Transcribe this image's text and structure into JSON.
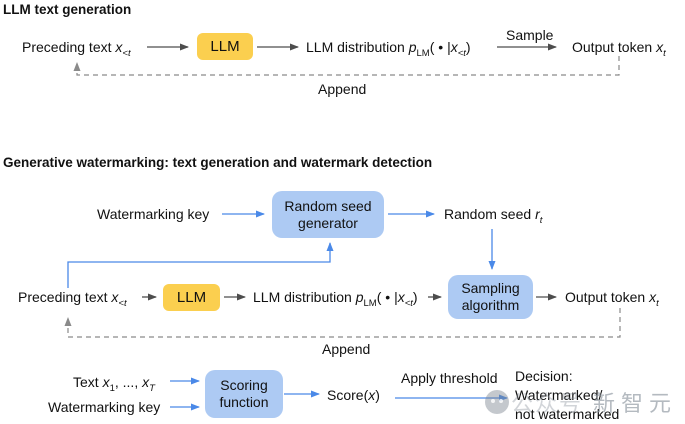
{
  "colors": {
    "yellow_box": "#FBCF4F",
    "blue_box": "#ADCAF3",
    "blue_arrow": "#4A89E8",
    "gray_arrow": "#4D4D4D",
    "dashed_line": "#999999",
    "text": "#111111"
  },
  "section_llm": {
    "heading": "LLM text generation",
    "preceding_text": {
      "pre": "Preceding text ",
      "var": "x",
      "sub": "<t"
    },
    "llm_box": "LLM",
    "distribution": {
      "pre": "LLM distribution ",
      "p": "p",
      "p_sub": "LM",
      "open": "( ",
      "dot": "•",
      "pipe": " |",
      "x": "x",
      "x_sub": "<t",
      "close": ")"
    },
    "sample": "Sample",
    "output_token": {
      "pre": "Output token ",
      "var": "x",
      "sub": "t"
    },
    "append": "Append"
  },
  "section_watermark": {
    "heading": "Generative watermarking: text generation and watermark detection",
    "watermarking_key": "Watermarking key",
    "random_seed_generator": {
      "line1": "Random seed",
      "line2": "generator"
    },
    "random_seed": {
      "pre": "Random seed ",
      "var": "r",
      "sub": "t"
    },
    "preceding_text": {
      "pre": "Preceding text ",
      "var": "x",
      "sub": "<t"
    },
    "llm_box": "LLM",
    "distribution": {
      "pre": "LLM distribution ",
      "p": "p",
      "p_sub": "LM",
      "open": "( ",
      "dot": "•",
      "pipe": " |",
      "x": "x",
      "x_sub": "<t",
      "close": ")"
    },
    "sampling_algorithm": {
      "line1": "Sampling",
      "line2": "algorithm"
    },
    "output_token": {
      "pre": "Output token ",
      "var": "x",
      "sub": "t"
    },
    "append": "Append"
  },
  "section_detection": {
    "text_input": {
      "pre": "Text ",
      "x1": "x",
      "sub1": "1",
      "mid": ", ..., ",
      "x2": "x",
      "sub2": "T"
    },
    "watermarking_key": "Watermarking key",
    "scoring_function": {
      "line1": "Scoring",
      "line2": "function"
    },
    "score": {
      "pre": "Score(",
      "var": "x",
      "close": ")"
    },
    "apply_threshold": "Apply threshold",
    "decision": {
      "line1": "Decision:",
      "line2": "Watermarked/",
      "line3": "not watermarked"
    }
  },
  "watermark_overlay": {
    "text1": "公众号",
    "text2": "新智元"
  }
}
